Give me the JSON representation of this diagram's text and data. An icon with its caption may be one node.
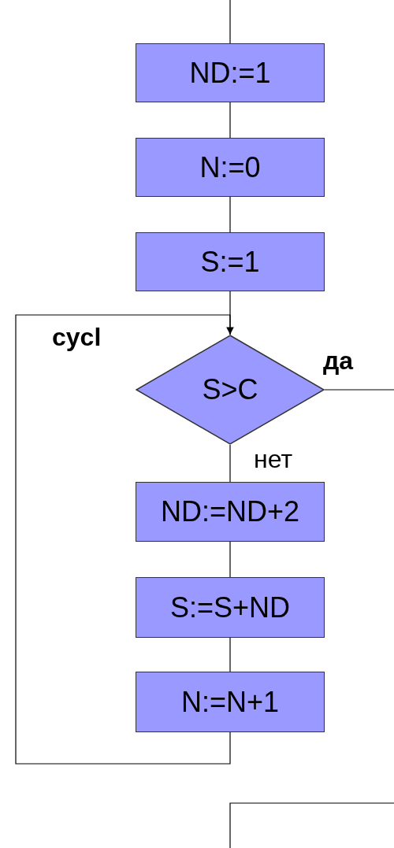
{
  "diagram": {
    "nodes": [
      {
        "text": [
          "ND:=1"
        ]
      },
      {
        "text": [
          "N:=0"
        ]
      },
      {
        "text": [
          "S:=1"
        ]
      },
      {
        "text": [
          "S>C"
        ]
      },
      {
        "text": [
          "ND:=ND+2"
        ]
      },
      {
        "text": [
          "S:=S+ND"
        ]
      },
      {
        "text": [
          "N:=N+1"
        ]
      }
    ],
    "edges": [
      {
        "from": null,
        "to": 0,
        "arrow": "none"
      },
      {
        "from": 0,
        "to": 1,
        "arrow": "none"
      },
      {
        "from": 1,
        "to": 2,
        "arrow": "none"
      },
      {
        "from": 2,
        "to": 3,
        "arrow": "none"
      },
      {
        "from": 3,
        "to": null,
        "arrow": "none",
        "label": "да"
      },
      {
        "from": 3,
        "to": 4,
        "arrow": "none",
        "label": "нет"
      },
      {
        "from": 4,
        "to": 5,
        "arrow": "none"
      },
      {
        "from": 5,
        "to": 6,
        "arrow": "none"
      },
      {
        "from": 6,
        "to": 3,
        "arrow": "to",
        "label": "cycl"
      }
    ]
  }
}
